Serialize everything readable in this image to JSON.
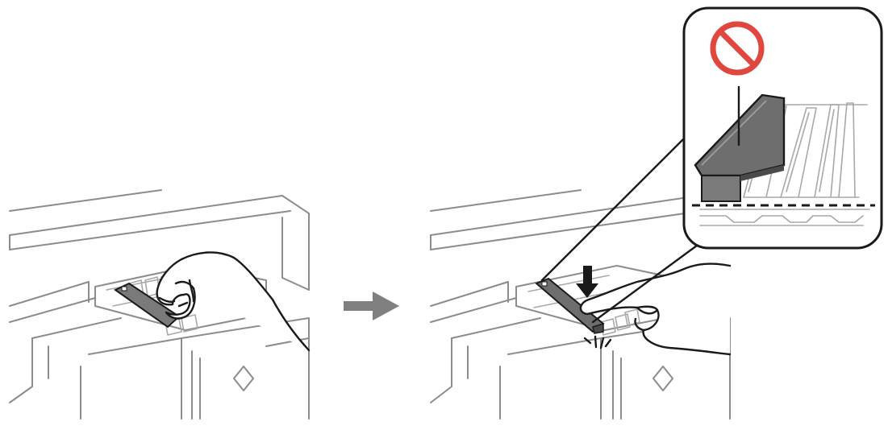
{
  "figure": {
    "steps": [
      {
        "id": "step-1",
        "action": "remove-cartridge-cover"
      },
      {
        "id": "step-2",
        "action": "press-cartridge-down-until-click"
      }
    ],
    "icons": [
      "right-arrow-icon",
      "down-arrow-icon",
      "prohibition-icon",
      "click-sound-icon"
    ],
    "colors": {
      "line": "#8c8c8c",
      "ink": "#1a1a1a",
      "arrow": "#808080",
      "prohibit": "#e0473f",
      "cartridge": "#6e6e6e",
      "cartridge_dark": "#4a4a4a"
    }
  }
}
